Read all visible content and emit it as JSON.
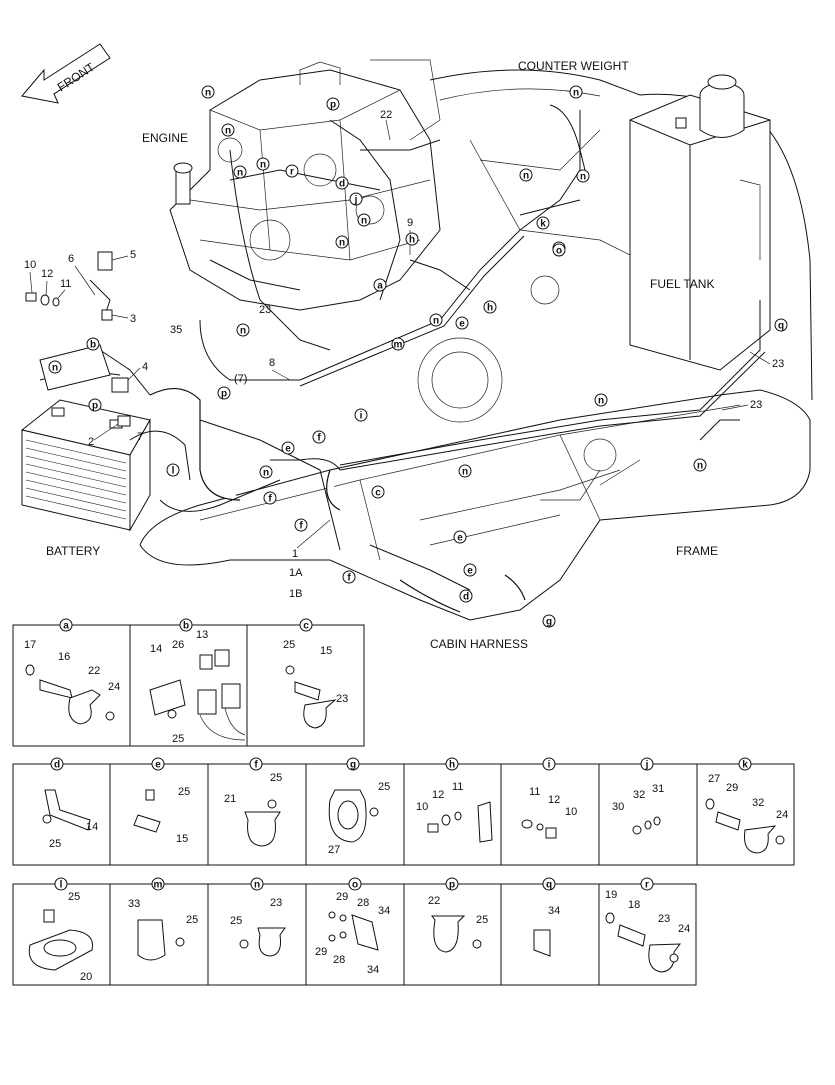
{
  "labels": {
    "front": "FRONT",
    "engine": "ENGINE",
    "counter_weight": "COUNTER WEIGHT",
    "fuel_tank": "FUEL TANK",
    "battery": "BATTERY",
    "frame": "FRAME",
    "cabin_harness": "CABIN HARNESS"
  },
  "main_part_numbers": {
    "p1": "1",
    "p1a": "1A",
    "p1b": "1B",
    "p2": "2",
    "p3": "3",
    "p4": "4",
    "p5": "5",
    "p6": "6",
    "p7": "7",
    "p7p": "(7)",
    "p8": "8",
    "p9": "9",
    "p10": "10",
    "p11": "11",
    "p12": "12",
    "p22": "22",
    "p23a": "23",
    "p23b": "23",
    "p23c": "23",
    "p35": "35"
  },
  "callout_letters": [
    "n",
    "n",
    "p",
    "n",
    "n",
    "r",
    "d",
    "j",
    "n",
    "h",
    "n",
    "a",
    "m",
    "n",
    "e",
    "h",
    "k",
    "o",
    "n",
    "n",
    "n",
    "n",
    "p",
    "n",
    "p",
    "i",
    "f",
    "e",
    "f",
    "n",
    "c",
    "f",
    "e",
    "e",
    "d",
    "f",
    "g",
    "q",
    "n",
    "n",
    "l",
    "b",
    "n",
    "o"
  ],
  "detail_panels": [
    {
      "letter": "a",
      "parts": [
        "17",
        "16",
        "22",
        "24"
      ]
    },
    {
      "letter": "b",
      "parts": [
        "14",
        "26",
        "13",
        "25"
      ]
    },
    {
      "letter": "c",
      "parts": [
        "25",
        "15",
        "23"
      ]
    },
    {
      "letter": "d",
      "parts": [
        "14",
        "25"
      ]
    },
    {
      "letter": "e",
      "parts": [
        "25",
        "15"
      ]
    },
    {
      "letter": "f",
      "parts": [
        "21",
        "25"
      ]
    },
    {
      "letter": "g",
      "parts": [
        "25",
        "27"
      ]
    },
    {
      "letter": "h",
      "parts": [
        "10",
        "12",
        "11"
      ]
    },
    {
      "letter": "i",
      "parts": [
        "11",
        "12",
        "10"
      ]
    },
    {
      "letter": "j",
      "parts": [
        "30",
        "32",
        "31"
      ]
    },
    {
      "letter": "k",
      "parts": [
        "27",
        "29",
        "32",
        "24"
      ]
    },
    {
      "letter": "l",
      "parts": [
        "25",
        "20"
      ]
    },
    {
      "letter": "m",
      "parts": [
        "33",
        "25"
      ]
    },
    {
      "letter": "n",
      "parts": [
        "25",
        "23"
      ]
    },
    {
      "letter": "o",
      "parts": [
        "29",
        "28",
        "34",
        "29",
        "28",
        "34"
      ]
    },
    {
      "letter": "p",
      "parts": [
        "22",
        "25"
      ]
    },
    {
      "letter": "q",
      "parts": [
        "34"
      ]
    },
    {
      "letter": "r",
      "parts": [
        "19",
        "18",
        "23",
        "24"
      ]
    }
  ]
}
